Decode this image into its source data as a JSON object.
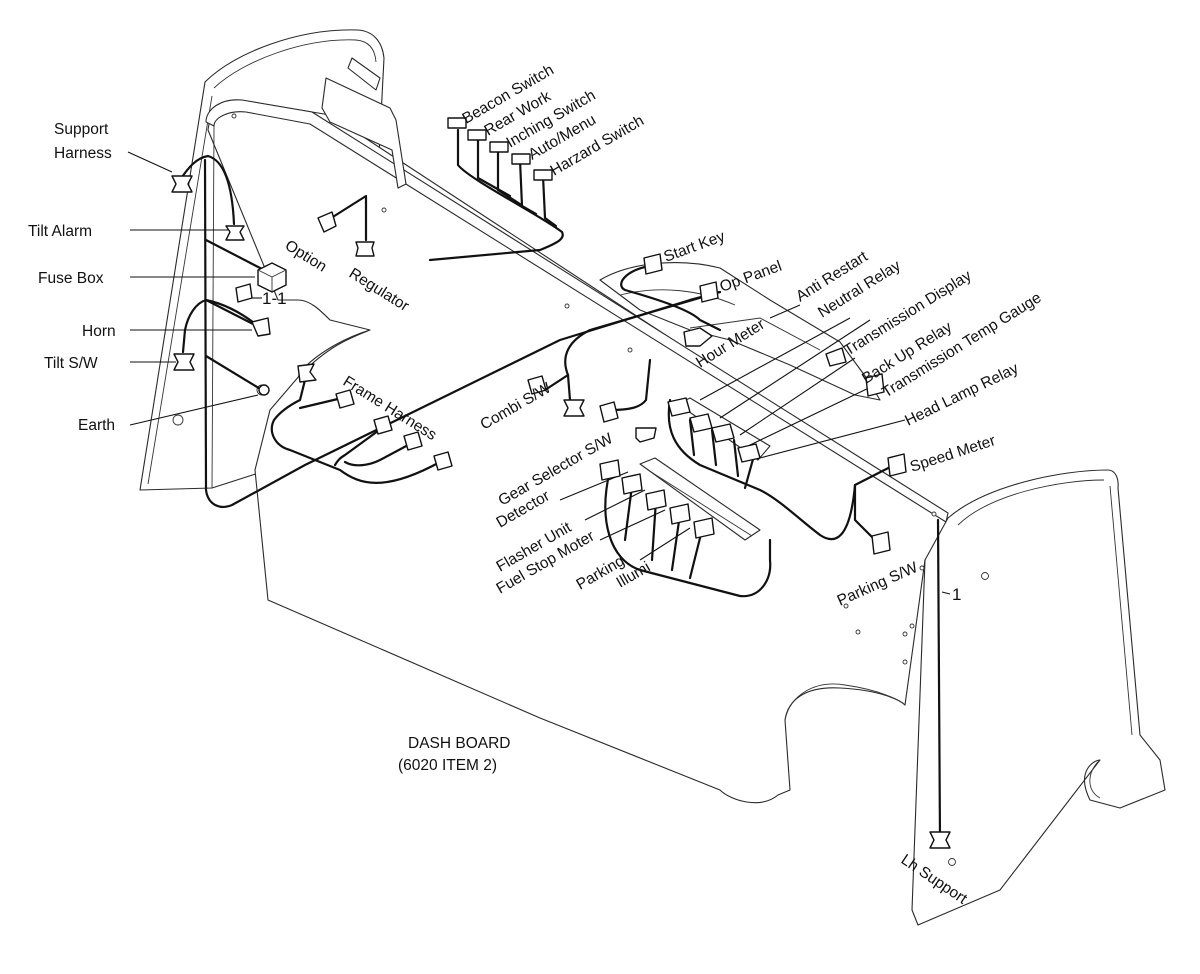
{
  "labels": {
    "support_harness_1": "Support",
    "support_harness_2": "Harness",
    "tilt_alarm": "Tilt Alarm",
    "fuse_box": "Fuse Box",
    "fuse_ref": "1-1",
    "horn": "Horn",
    "tilt_sw": "Tilt S/W",
    "earth": "Earth",
    "option": "Option",
    "regulator": "Regulator",
    "frame_harness": "Frame Harness",
    "beacon_switch": "Beacon Switch",
    "rear_work": "Rear Work",
    "inching_switch": "Inching Switch",
    "auto_menu": "Auto/Menu",
    "harzard_switch": "Harzard Switch",
    "start_key": "Start Key",
    "op_panel": "Op Panel",
    "anti_restart": "Anti Restart",
    "neutral_relay": "Neutral Relay",
    "hour_meter": "Hour Meter",
    "transmission_display": "Transmission Display",
    "back_up_relay": "Back Up Relay",
    "transmission_temp_gauge": "Transmission Temp Gauge",
    "head_lamp_relay": "Head Lamp Relay",
    "speed_meter": "Speed Meter",
    "combi_sw": "Combi S/W",
    "gear_selector_sw": "Gear Selector S/W",
    "detector": "Detector",
    "flasher_unit": "Flasher Unit",
    "fuel_stop_moter": "Fuel Stop Moter",
    "parking": "Parking",
    "illumi": "Illumi",
    "parking_sw": "Parking S/W",
    "item_1": "1",
    "lh_support": "Lh Support",
    "dash_board_1": "DASH BOARD",
    "dash_board_2": "(6020 ITEM 2)"
  }
}
